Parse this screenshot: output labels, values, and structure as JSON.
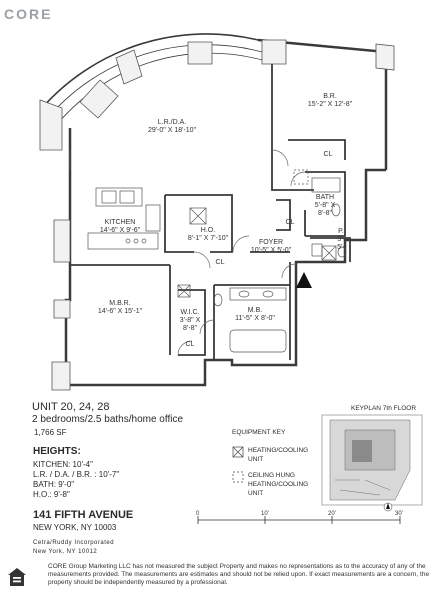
{
  "brand": {
    "logo_text": "CORE"
  },
  "rooms": {
    "living": {
      "name": "L.R./D.A.",
      "dims": "29'-0\" X 18'-10\""
    },
    "bedroom": {
      "name": "B.R.",
      "dims": "15'-2\" X 12'-8\""
    },
    "kitchen": {
      "name": "KITCHEN",
      "dims": "14'-6\" X 9'-6\""
    },
    "office": {
      "name": "H.O.",
      "dims": "8'-1\" X 7'-10\""
    },
    "foyer": {
      "name": "FOYER",
      "dims": "10'-5\" X 5'-0\""
    },
    "bath": {
      "name": "BATH",
      "dims": [
        "5'-8\" X",
        "8'-8\""
      ]
    },
    "master": {
      "name": "M.B.R.",
      "dims": "14'-6\" X 15'-1\""
    },
    "walkin": {
      "name": "W.I.C.",
      "dims": [
        "3'-8\" X",
        "8'-8\""
      ]
    },
    "master_bath": {
      "name": "M.B.",
      "dims": "11'-5\" X 8'-0\""
    },
    "powder": {
      "name": "P.",
      "dims": [
        "3'-",
        "5'-"
      ]
    },
    "closets": [
      "CL",
      "CL",
      "CL",
      "CL"
    ]
  },
  "unit": {
    "title": "UNIT 20, 24, 28",
    "summary": "2 bedrooms/2.5 baths/home office",
    "area": "1,766 SF"
  },
  "heights": {
    "heading": "HEIGHTS:",
    "rows": [
      "KITCHEN: 10'-4\"",
      "L.R. / D.A. / B.R. : 10'-7\"",
      "BATH: 9'-0\"",
      "H.O.: 9'-8\""
    ]
  },
  "address": {
    "line1": "141 FIFTH AVENUE",
    "line2": "NEW YORK, NY 10003"
  },
  "broker": {
    "line1": "Cetra/Ruddy Incorporated",
    "line2": "New York, NY 10012"
  },
  "equipment_key": {
    "title": "EQUIPMENT KEY",
    "items": [
      {
        "icon": "heating-cooling-unit-icon",
        "lines": [
          "HEATING/COOLING",
          "UNIT"
        ]
      },
      {
        "icon": "ceiling-hung-unit-icon",
        "lines": [
          "CEILING HUNG",
          "HEATING/COOLING",
          "UNIT"
        ]
      }
    ]
  },
  "keyplan": {
    "title": "KEYPLAN 7th FLOOR"
  },
  "scale": {
    "ticks": [
      "0",
      "10'",
      "20'",
      "30'"
    ]
  },
  "disclaimer": "CORE Group Marketing LLC has not measured the subject Property and makes no representations as to the accuracy of any of the measurements provided. The measurements are estimates and should not be relied upon. If exact measurements are a concern, the property should be independently measured by a professional.",
  "colors": {
    "wall": "#3a3a3a",
    "brand": "#9aa0a6",
    "accent": "#111111"
  }
}
